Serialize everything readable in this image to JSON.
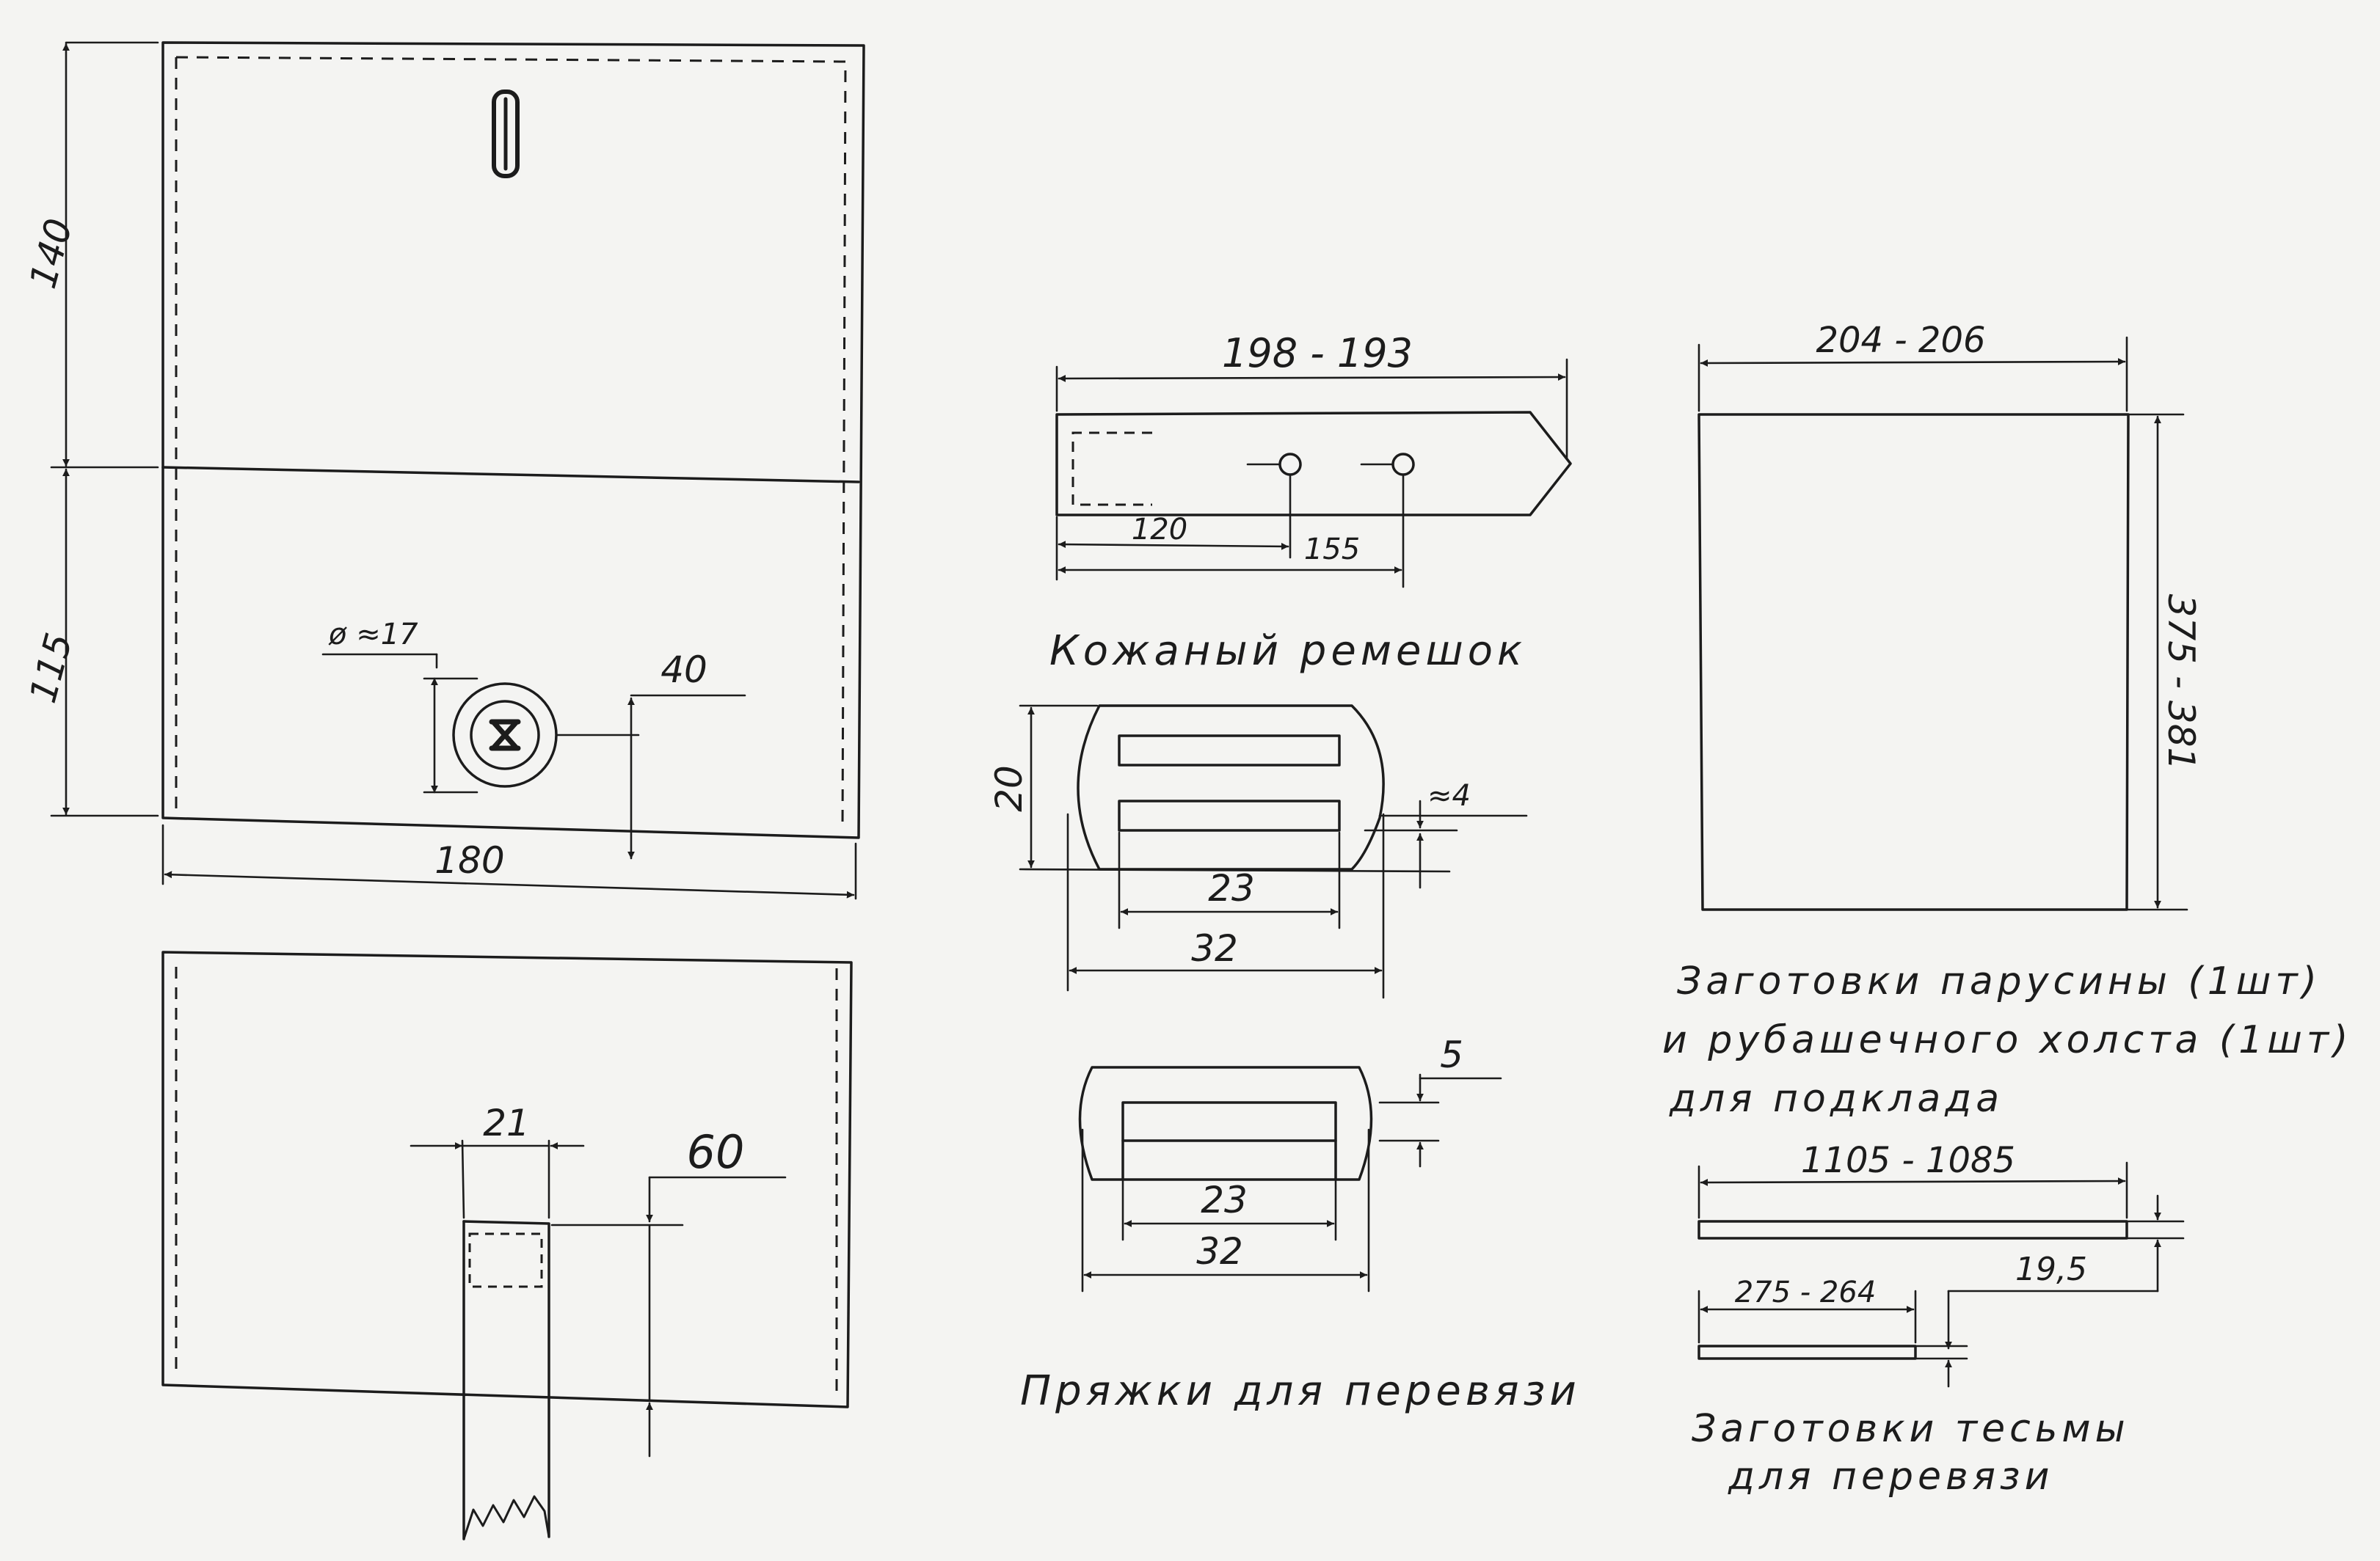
{
  "colors": {
    "paper": "#f4f4f2",
    "ink": "#1c1c1c"
  },
  "bag_front": {
    "height_upper": "140",
    "height_lower": "115",
    "width": "180",
    "button_diameter": "ø ≈17",
    "button_offset": "40"
  },
  "bag_back": {
    "strap_width": "21",
    "strap_offset": "60"
  },
  "leather_strap": {
    "length": "198 - 193",
    "hole_1": "120",
    "hole_2": "155",
    "caption": "Кожаный ремешок"
  },
  "buckle_1": {
    "height": "20",
    "slot_gap": "≈4",
    "inner": "23",
    "outer": "32"
  },
  "buckle_2": {
    "bar": "5",
    "inner": "23",
    "outer": "32"
  },
  "buckles_caption": "Пряжки для перевязи",
  "lining_blank": {
    "width": "204 - 206",
    "height": "375 - 381",
    "caption_line1": "Заготовки парусины (1шт)",
    "caption_line2": "и рубашечного холста (1шт)",
    "caption_line3": "для подклада"
  },
  "tape_blanks": {
    "long_length": "1105 - 1085",
    "short_length": "275 - 264",
    "width": "19,5",
    "caption_line1": "Заготовки тесьмы",
    "caption_line2": "для перевязи"
  }
}
